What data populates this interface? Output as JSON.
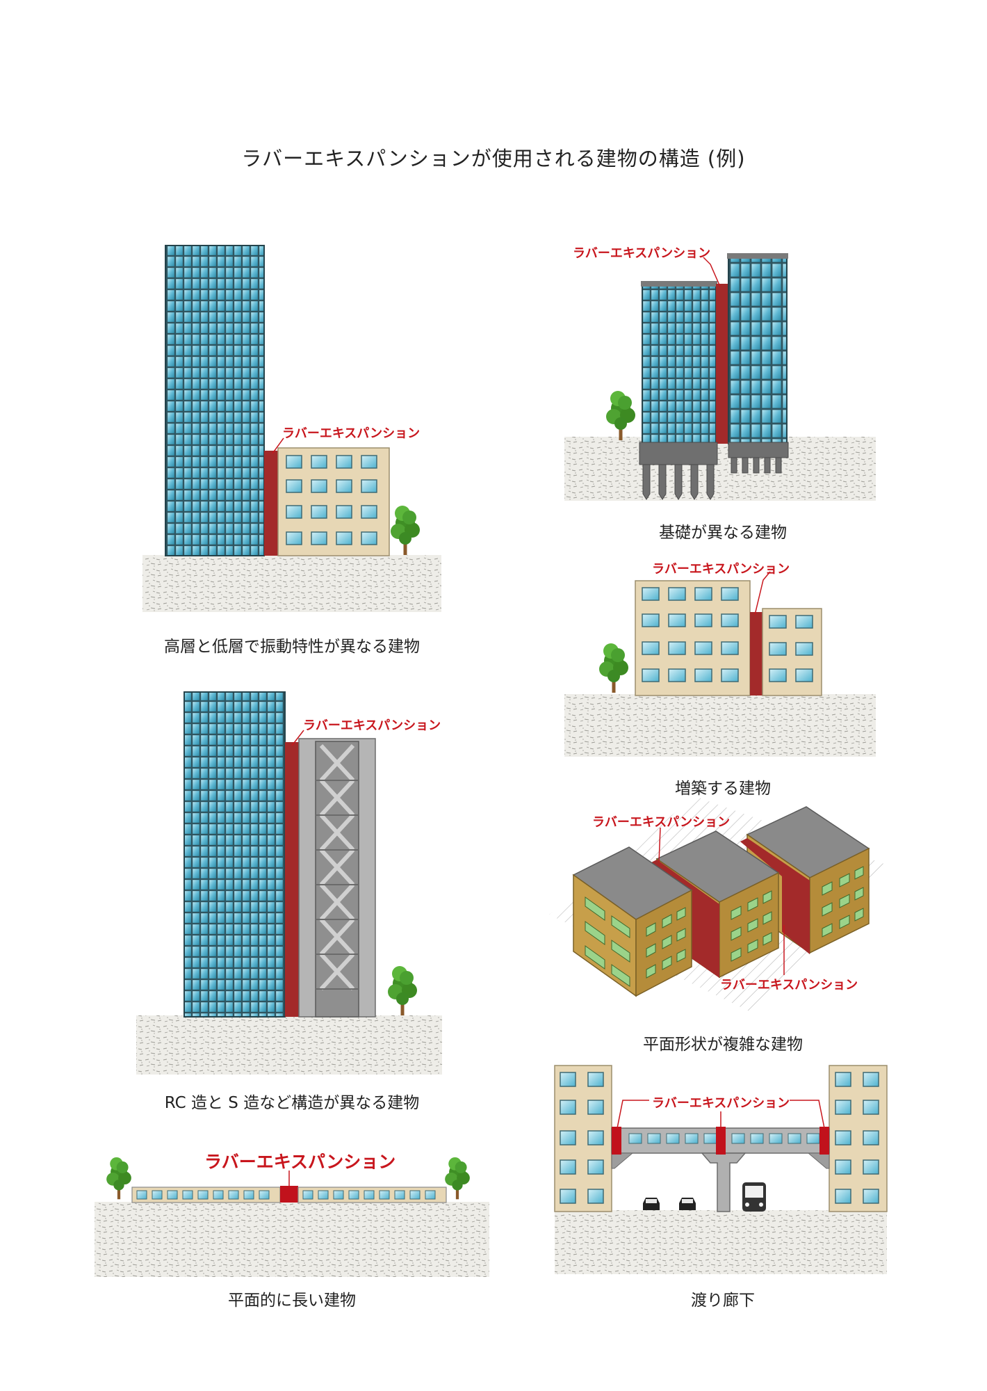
{
  "page": {
    "title": "ラバーエキスパンションが使用される建物の構造 (例)"
  },
  "callout_label": "ラバーエキスパンション",
  "panels": [
    {
      "id": "high-low-rise",
      "caption": "高層と低層で振動特性が異なる建物"
    },
    {
      "id": "rc-s-structure",
      "caption": "RC 造と S 造など構造が異なる建物"
    },
    {
      "id": "long-plan",
      "caption": "平面的に長い建物"
    },
    {
      "id": "different-foundation",
      "caption": "基礎が異なる建物"
    },
    {
      "id": "extension",
      "caption": "増築する建物"
    },
    {
      "id": "complex-plan",
      "caption": "平面形状が複雑な建物"
    },
    {
      "id": "corridor",
      "caption": "渡り廊下"
    }
  ],
  "colors": {
    "expansion_joint": "#a32a2a",
    "glass": "#7cc9de",
    "frame": "#2f5560",
    "facade": "#e7d7b5",
    "steel": "#9a9a9a",
    "ground": "#ecebe6",
    "iso_wall": "#c79f4a",
    "iso_roof": "#8a8a8a",
    "tree": "#4a9e30",
    "callout_text": "#c8161d"
  }
}
